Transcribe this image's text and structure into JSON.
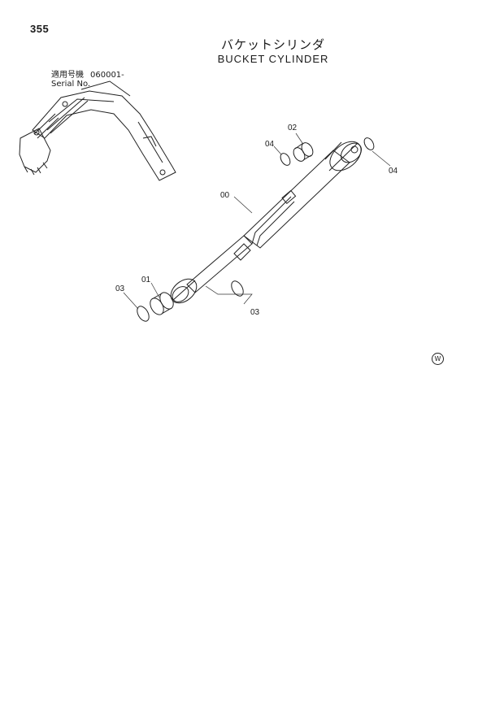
{
  "page_number": "355",
  "title_jp": "バケットシリンダ",
  "title_en": "BUCKET CYLINDER",
  "serial": {
    "label_jp": "適用号機",
    "label_en": "Serial No.",
    "value": "060001-"
  },
  "callouts": {
    "c00": "00",
    "c01": "01",
    "c02": "02",
    "c03a": "03",
    "c03b": "03",
    "c04a": "04",
    "c04b": "04"
  },
  "watermark": "W"
}
